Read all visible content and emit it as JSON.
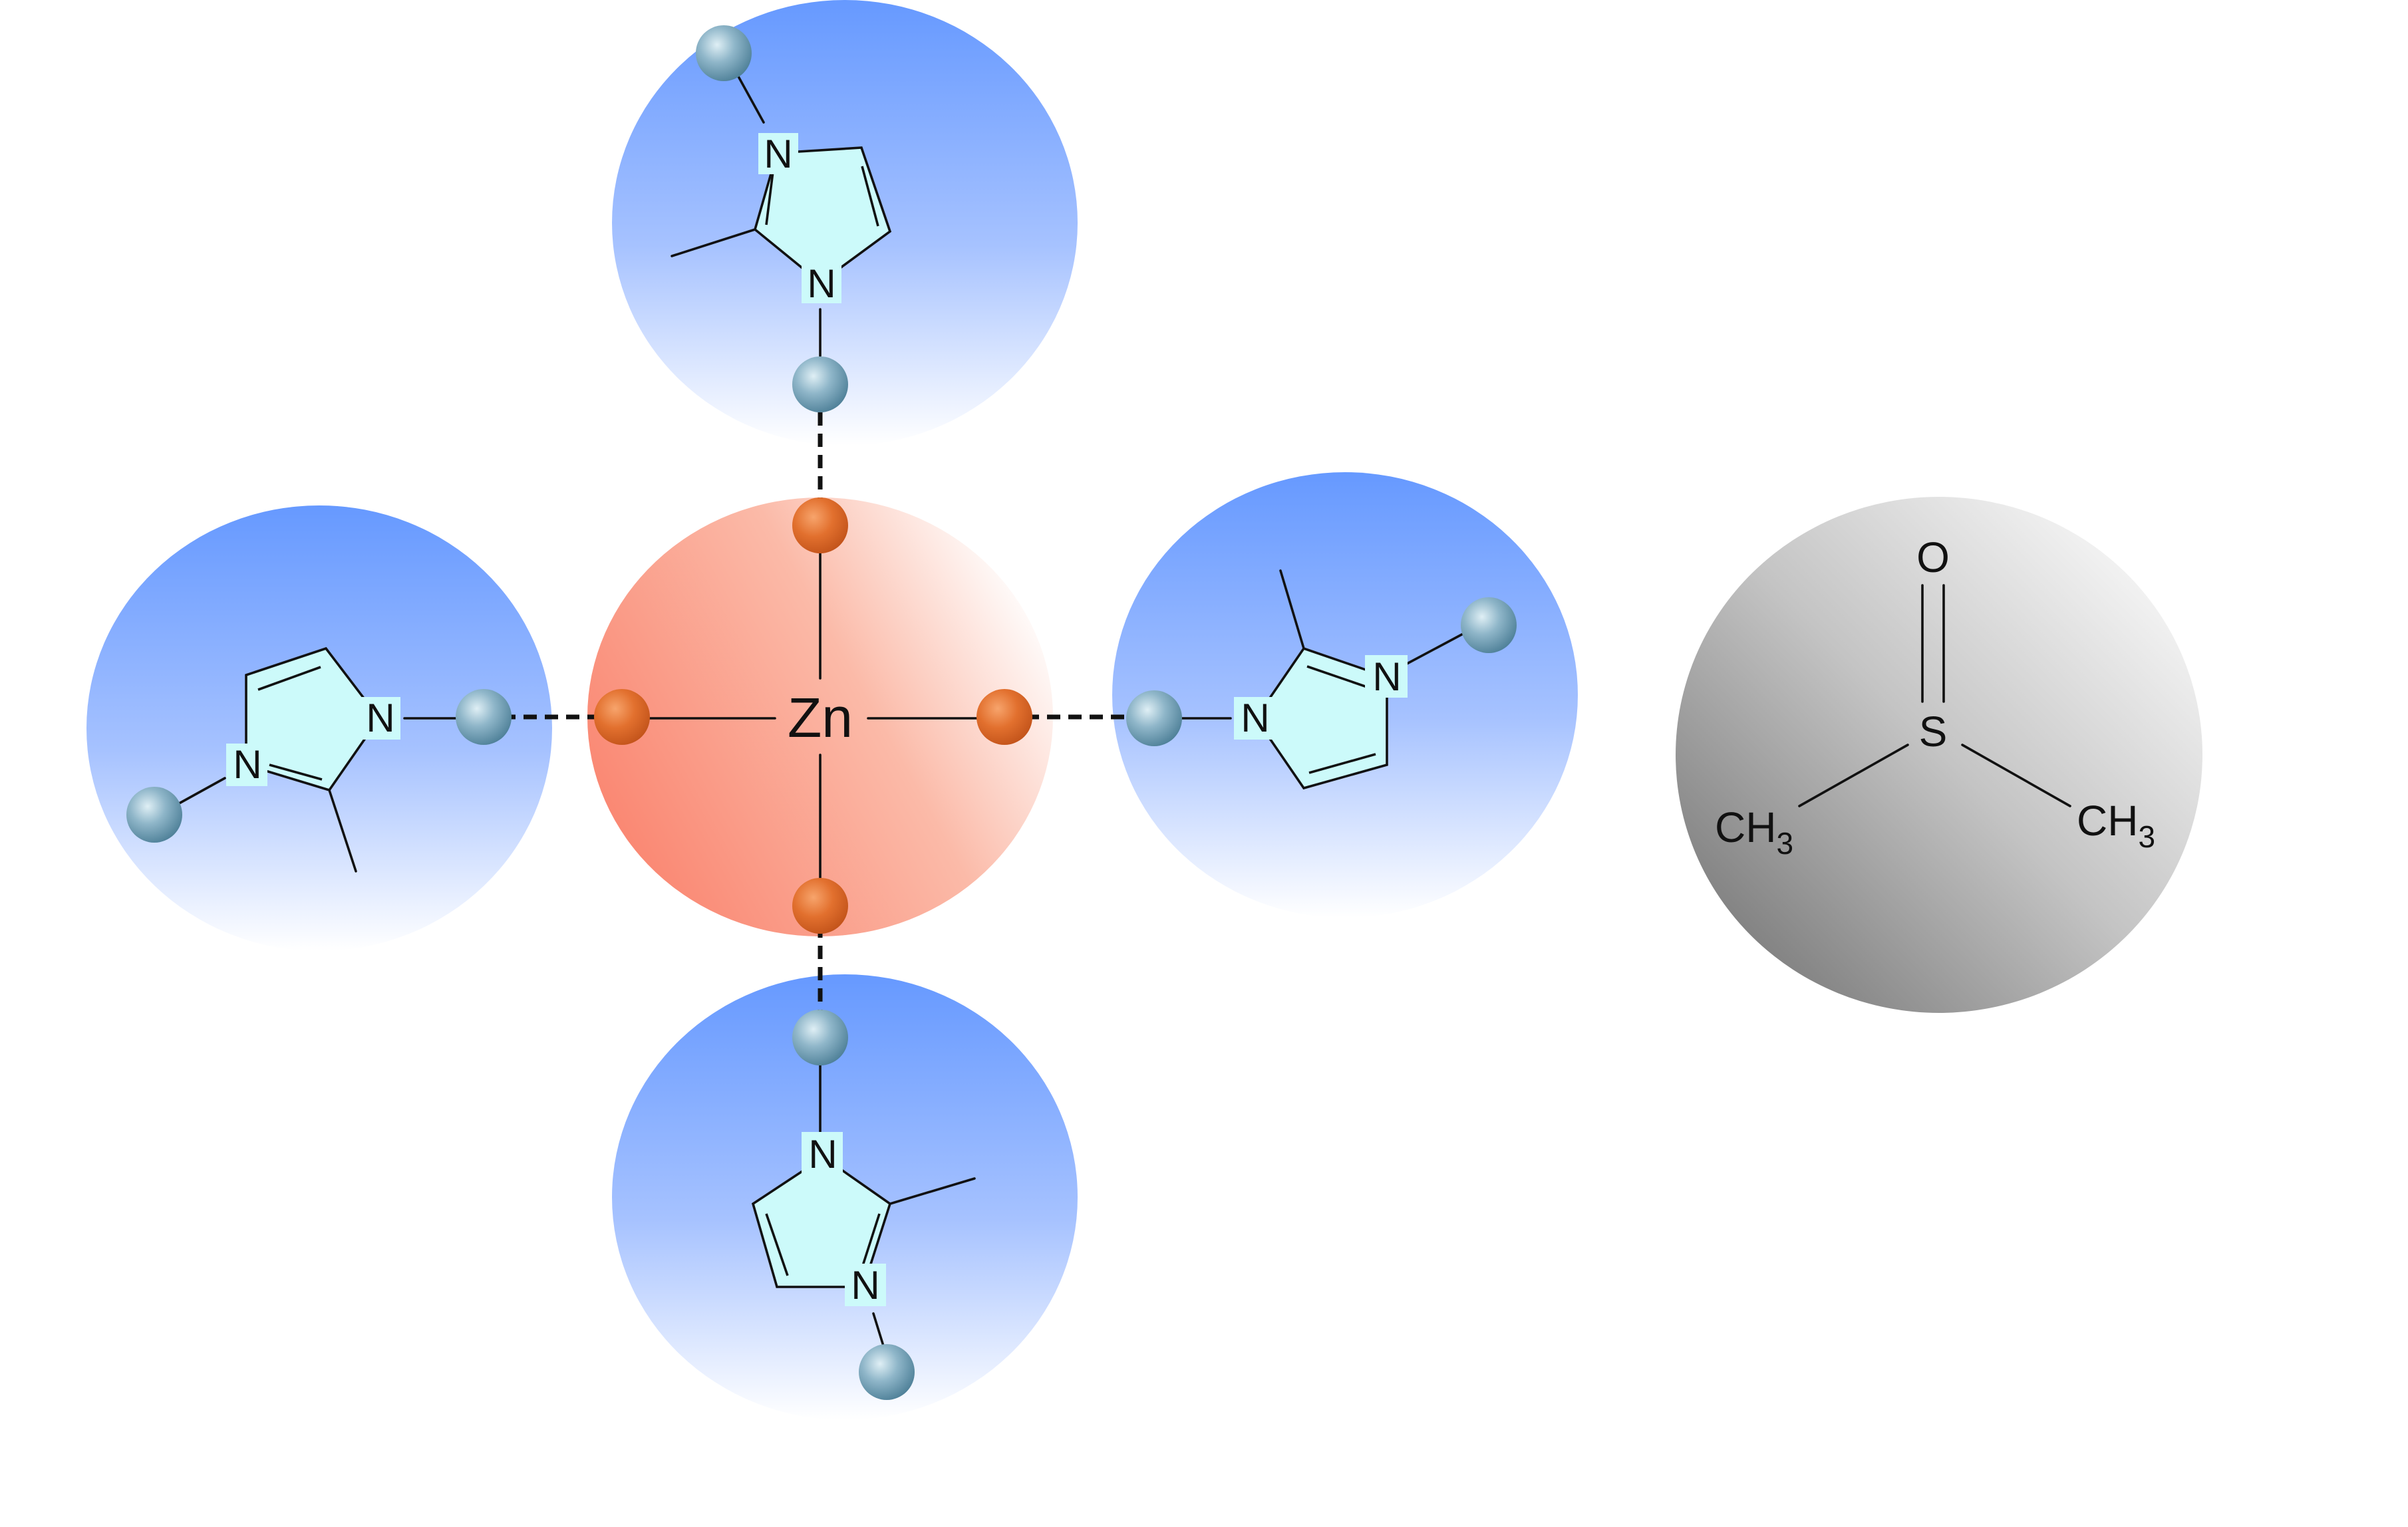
{
  "diagram": {
    "metal_label": "Zn",
    "ligand_atom_label": "N",
    "solvent": {
      "oxygen_label": "O",
      "sulfur_label": "S",
      "methyl_left": "CH",
      "methyl_left_sub": "3",
      "methyl_right": "CH",
      "methyl_right_sub": "3"
    },
    "colors": {
      "metal_center": "#fa8570",
      "ligand_sphere": "#6699ff",
      "ring_fill": "#ccfafa",
      "linker_atom": "#5a8fa8",
      "metal_site": "#e06a28",
      "solvent_sphere": "#a8a8a8"
    }
  }
}
